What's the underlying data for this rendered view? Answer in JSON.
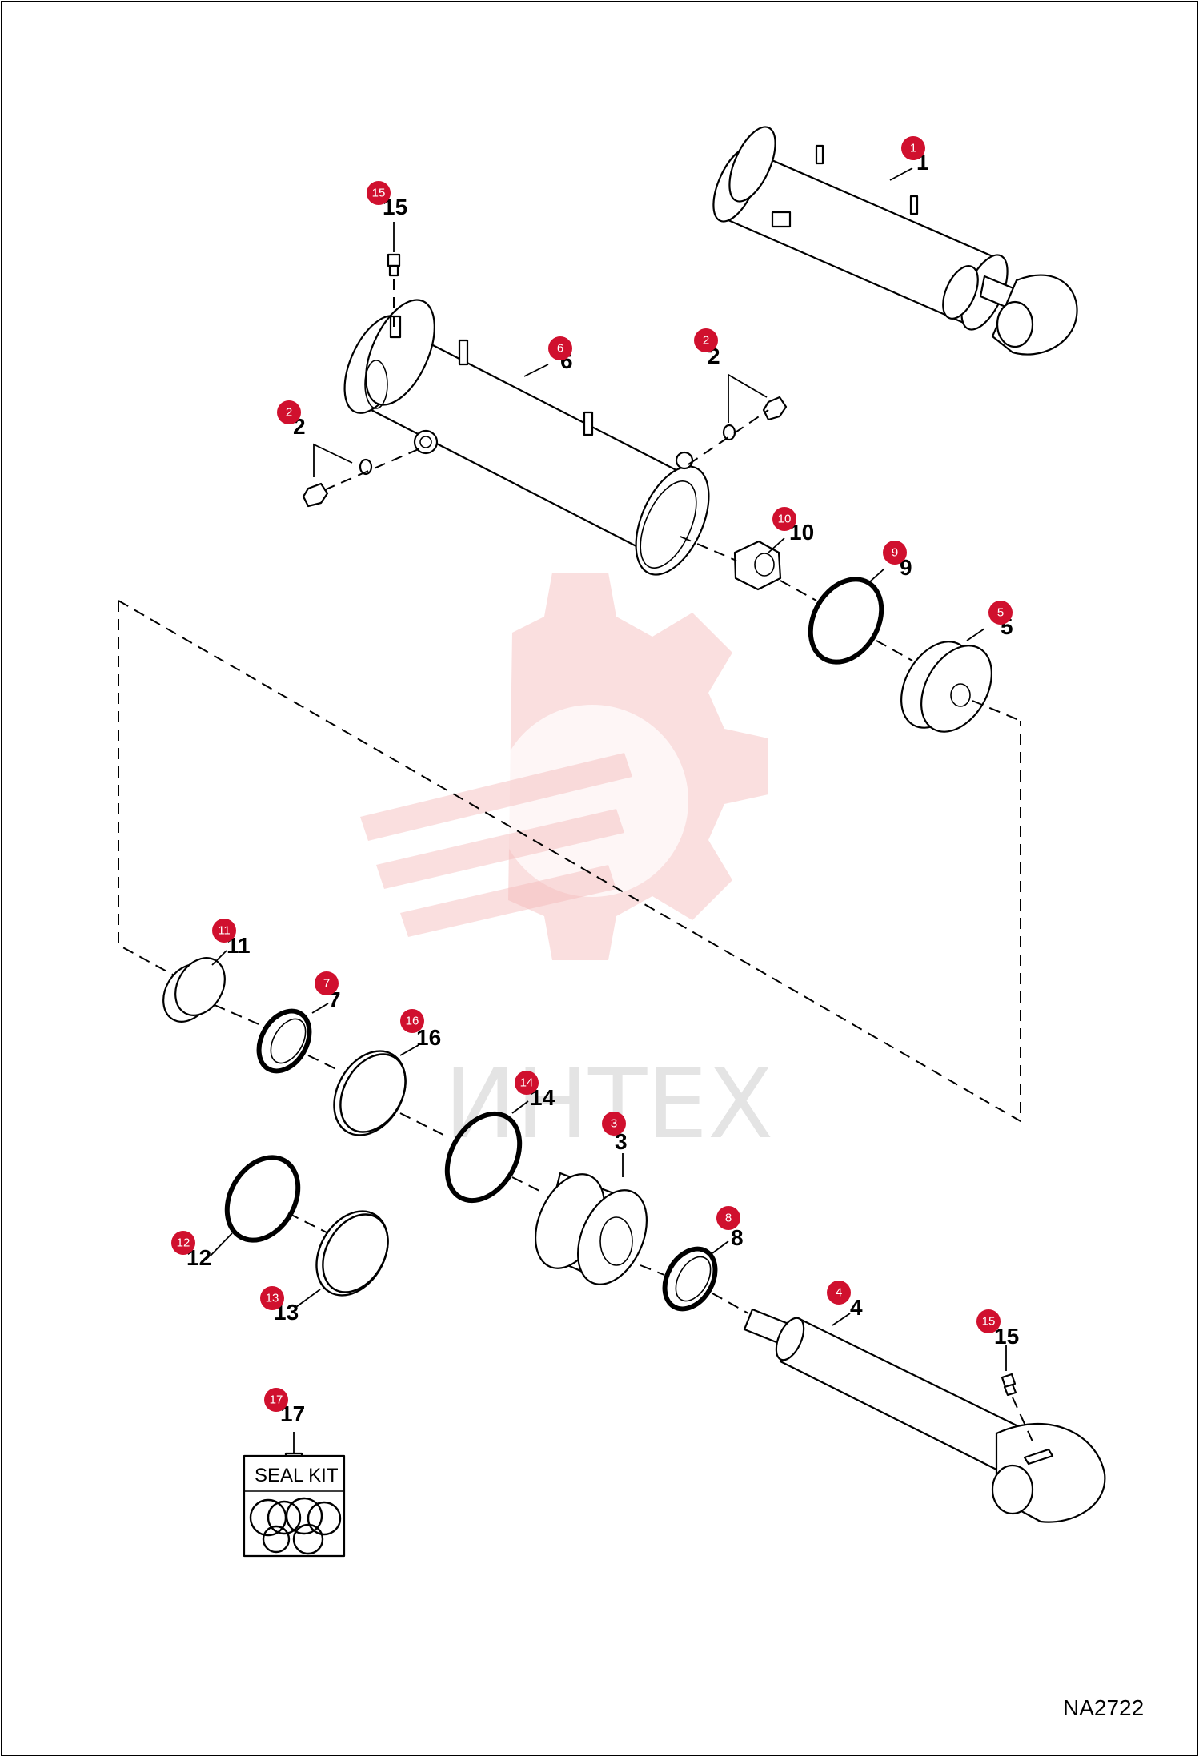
{
  "watermark": {
    "text": "ИНТЕХ",
    "color": "#f4b8b8"
  },
  "badge_color": "#d0102e",
  "drawing_number": "NA2722",
  "seal_kit": {
    "label": "SEAL KIT"
  },
  "callouts": [
    {
      "id": "c1",
      "number": "1",
      "badge": "1"
    },
    {
      "id": "c15a",
      "number": "15",
      "badge": "15"
    },
    {
      "id": "c6",
      "number": "6",
      "badge": "6"
    },
    {
      "id": "c2a",
      "number": "2",
      "badge": "2"
    },
    {
      "id": "c2b",
      "number": "2",
      "badge": "2"
    },
    {
      "id": "c10",
      "number": "10",
      "badge": "10"
    },
    {
      "id": "c9",
      "number": "9",
      "badge": "9"
    },
    {
      "id": "c5",
      "number": "5",
      "badge": "5"
    },
    {
      "id": "c11",
      "number": "11",
      "badge": "11"
    },
    {
      "id": "c7",
      "number": "7",
      "badge": "7"
    },
    {
      "id": "c16",
      "number": "16",
      "badge": "16"
    },
    {
      "id": "c14",
      "number": "14",
      "badge": "14"
    },
    {
      "id": "c3",
      "number": "3",
      "badge": "3"
    },
    {
      "id": "c12",
      "number": "12",
      "badge": "12"
    },
    {
      "id": "c13",
      "number": "13",
      "badge": "13"
    },
    {
      "id": "c8",
      "number": "8",
      "badge": "8"
    },
    {
      "id": "c4",
      "number": "4",
      "badge": "4"
    },
    {
      "id": "c15b",
      "number": "15",
      "badge": "15"
    },
    {
      "id": "c17",
      "number": "17",
      "badge": "17"
    }
  ]
}
